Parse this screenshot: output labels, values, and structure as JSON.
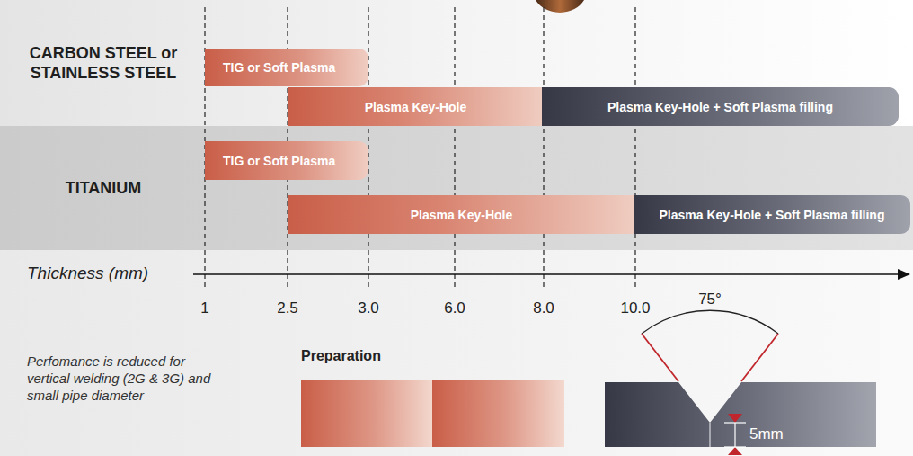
{
  "diagram": {
    "nodes": [
      {
        "text": [
          "CARBON STEEL or STAINLESS STEEL"
        ]
      },
      {
        "text": [
          "TIG or Soft Plasma"
        ],
        "in": 0
      },
      {
        "text": [
          "Plasma Key-Hole"
        ],
        "in": 0
      },
      {
        "text": [
          "Plasma Key-Hole + Soft Plasma filling"
        ],
        "in": 0
      },
      {
        "text": [
          "TITANIUM"
        ]
      },
      {
        "text": [
          "TIG or Soft Plasma"
        ],
        "in": 4
      },
      {
        "text": [
          "Plasma Key-Hole"
        ],
        "in": 4
      },
      {
        "text": [
          "Plasma Key-Hole + Soft Plasma filling"
        ],
        "in": 4
      }
    ],
    "labels": [
      "Thickness (mm)",
      "1",
      "2.5",
      "3.0",
      "6.0",
      "8.0",
      "10.0",
      "Perfomance is reduced for vertical welding (2G & 3G) and small pipe diameter",
      "Preparation",
      "75°",
      "5mm"
    ]
  }
}
